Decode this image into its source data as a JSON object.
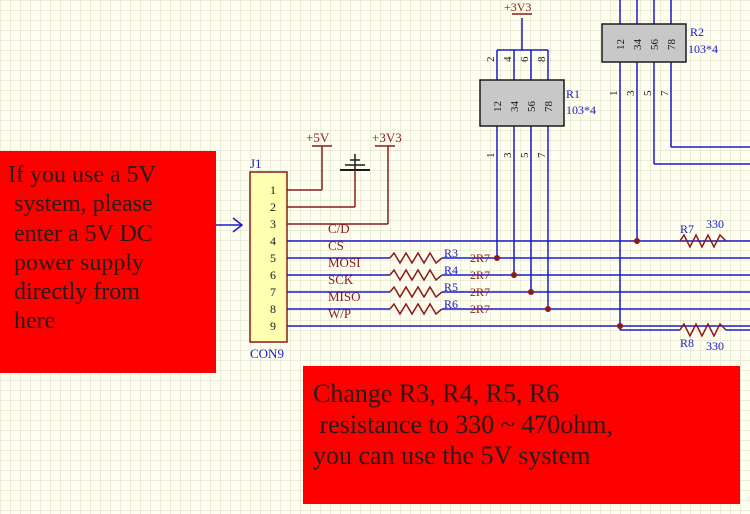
{
  "notes": {
    "left": "If you use a 5V\n system, please\n enter a 5V DC\n power supply\n directly from\n here",
    "right": "Change R3, R4, R5, R6\n resistance to 330 ~ 470ohm,\nyou can use the 5V system"
  },
  "power_labels": {
    "v5": "+5V",
    "v33_j1": "+3V3",
    "v33_top": "+3V3"
  },
  "connector": {
    "ref": "J1",
    "name": "CON9",
    "pins": [
      "1",
      "2",
      "3",
      "4",
      "5",
      "6",
      "7",
      "8",
      "9"
    ]
  },
  "nets": [
    "C/D",
    "CS",
    "MOSI",
    "SCK",
    "MISO",
    "W/P"
  ],
  "series_resistors": [
    {
      "ref": "R3",
      "value": "2R7"
    },
    {
      "ref": "R4",
      "value": "2R7"
    },
    {
      "ref": "R5",
      "value": "2R7"
    },
    {
      "ref": "R6",
      "value": "2R7"
    }
  ],
  "other_resistors": [
    {
      "ref": "R7",
      "value": "330"
    },
    {
      "ref": "R8",
      "value": "330"
    }
  ],
  "networks": [
    {
      "ref": "R1",
      "value": "103*4",
      "body_pins": [
        "12",
        "34",
        "56",
        "78"
      ],
      "top_pins": [
        "2",
        "4",
        "6",
        "8"
      ],
      "bottom_pins": [
        "1",
        "3",
        "5",
        "7"
      ]
    },
    {
      "ref": "R2",
      "value": "103*4",
      "body_pins": [
        "12",
        "34",
        "56",
        "78"
      ],
      "bottom_pins": [
        "1",
        "3",
        "5",
        "7"
      ]
    }
  ],
  "colors": {
    "grid": "#d9d9c3",
    "wire": "#1a1acc",
    "component": "#8b1a1a",
    "pin_text": "#1a1a1a",
    "note_background": "#fe0000",
    "connector_fill": "#ffffb0"
  }
}
